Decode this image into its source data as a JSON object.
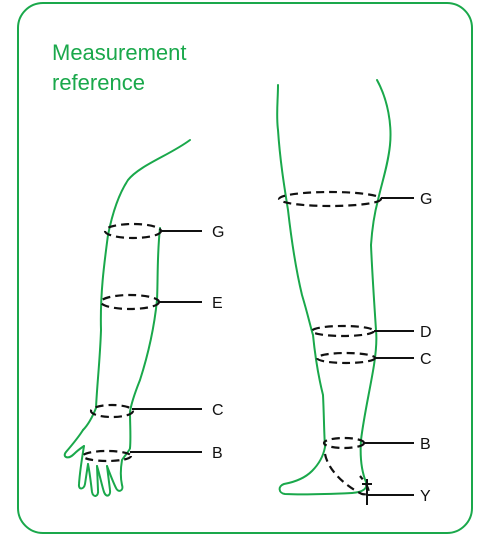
{
  "title": {
    "line1": "Measurement",
    "line2": "reference"
  },
  "colors": {
    "accent": "#1aa84b",
    "line": "#111111"
  },
  "arm": {
    "labels": [
      "G",
      "E",
      "C",
      "B"
    ]
  },
  "leg": {
    "labels": [
      "G",
      "D",
      "C",
      "B",
      "Y"
    ]
  }
}
